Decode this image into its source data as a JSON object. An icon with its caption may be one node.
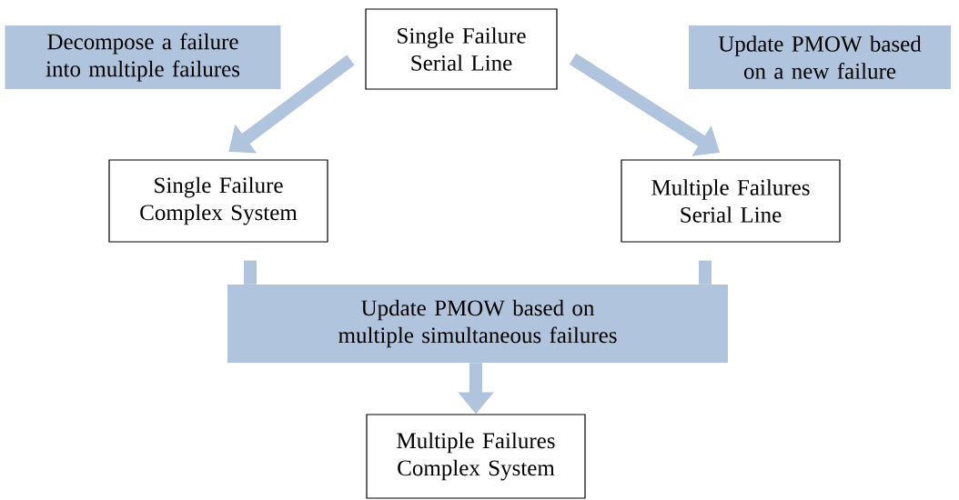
{
  "diagram": {
    "nodes": [
      {
        "text": [
          "Single Failure Serial Line"
        ]
      },
      {
        "text": [
          "Single Failure Complex System"
        ]
      },
      {
        "text": [
          "Multiple Failures Serial Line"
        ]
      },
      {
        "text": [
          "Update PMOW based on multiple simultaneous failures"
        ]
      },
      {
        "text": [
          "Multiple Failures Complex System"
        ]
      }
    ],
    "edges": [
      {
        "from": 0,
        "to": 1,
        "arrow": "to",
        "label": "Decompose a failure into multiple failures"
      },
      {
        "from": 0,
        "to": 2,
        "arrow": "to",
        "label": "Update PMOW based on a new failure"
      },
      {
        "from": 1,
        "to": 3,
        "arrow": "none"
      },
      {
        "from": 2,
        "to": 3,
        "arrow": "none"
      },
      {
        "from": 3,
        "to": 4,
        "arrow": "to"
      }
    ]
  }
}
